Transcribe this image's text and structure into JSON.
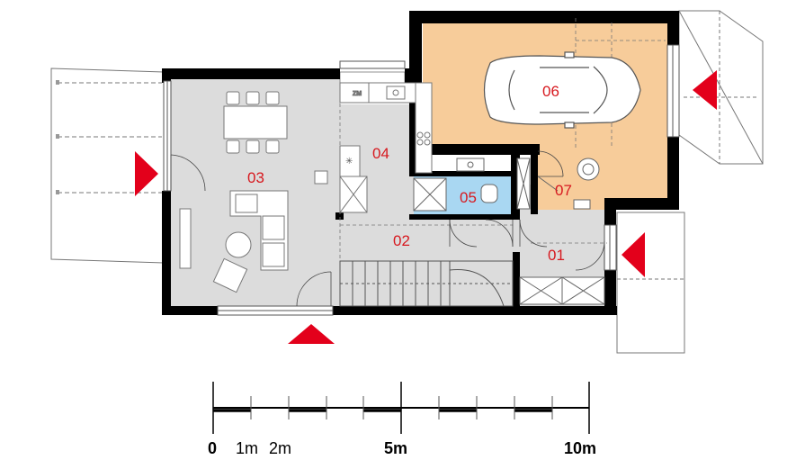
{
  "rooms": {
    "r01": "01",
    "r02": "02",
    "r03": "03",
    "r04": "04",
    "r05": "05",
    "r06": "06",
    "r07": "07"
  },
  "fixtures": {
    "zm": "ZM"
  },
  "scale": {
    "zero": "0",
    "one": "1m",
    "two": "2m",
    "five": "5m",
    "ten": "10m"
  },
  "colors": {
    "wall": "#000000",
    "room_fill": "#dcdcdc",
    "garage_fill": "#f7cc9a",
    "bath_fill": "#a9d7f2",
    "arrow": "#e3001b",
    "room_number": "#d7191f"
  }
}
